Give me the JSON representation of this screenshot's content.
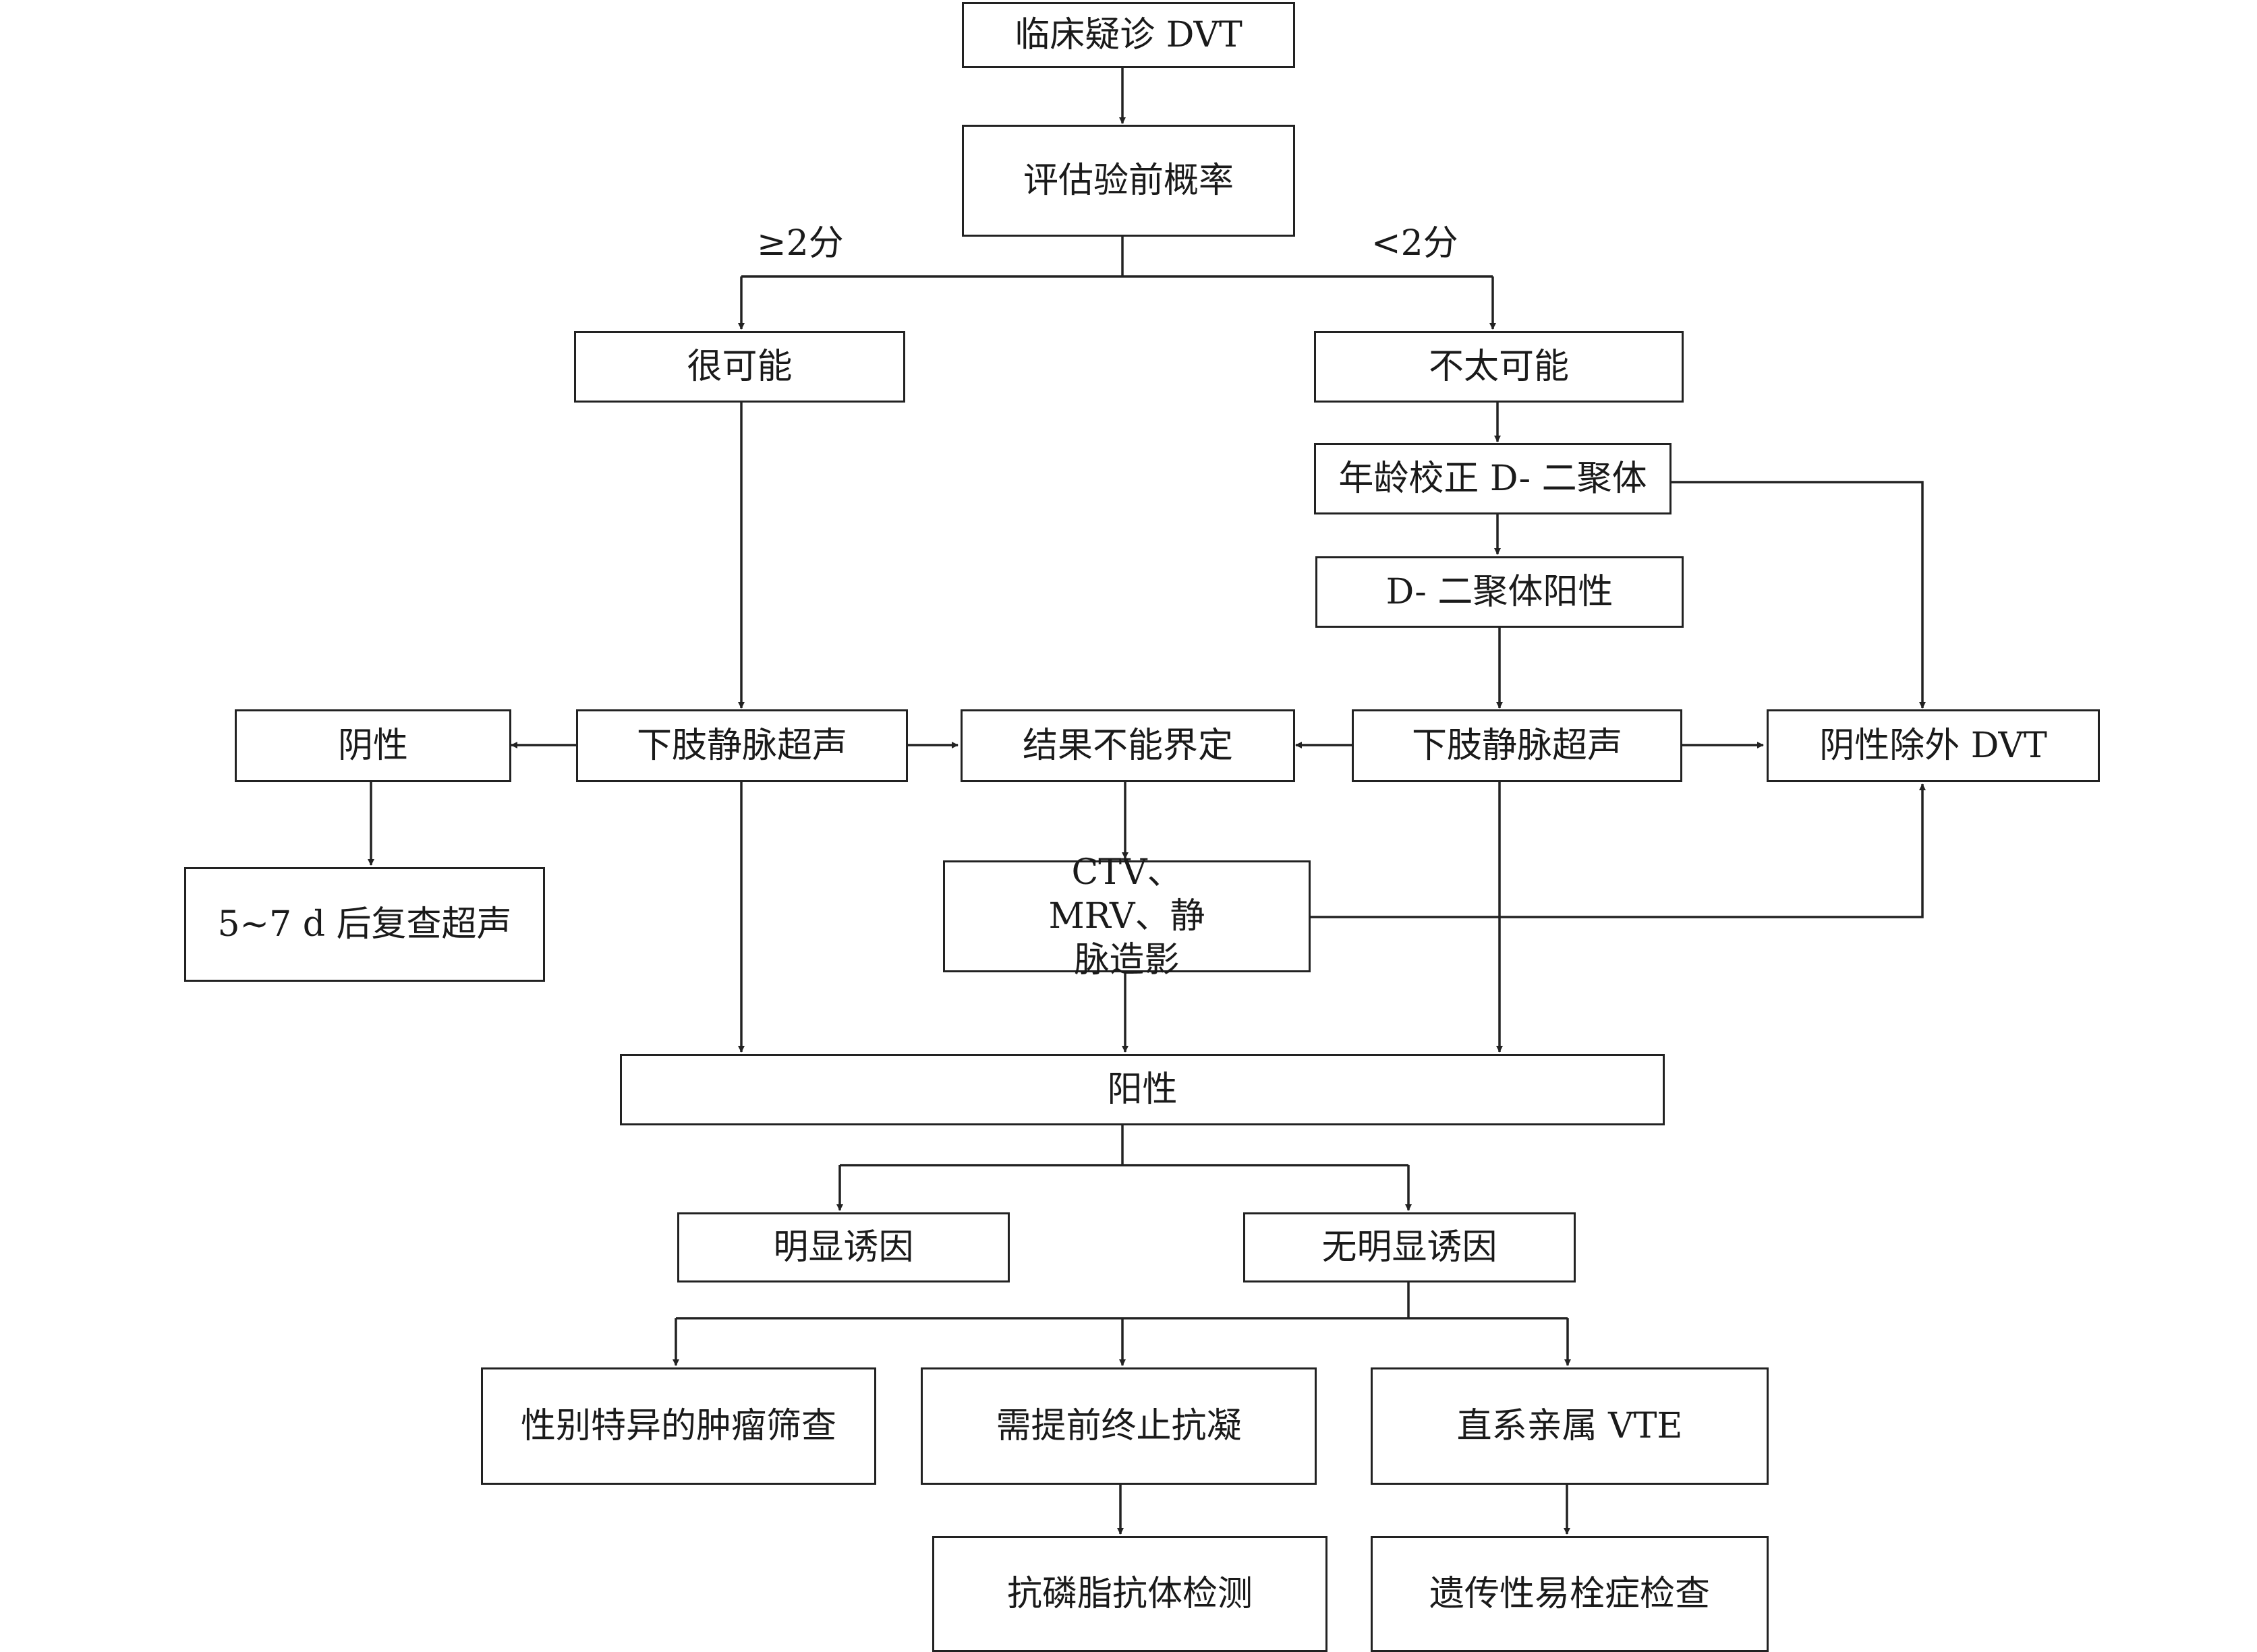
{
  "nodes": {
    "suspect": "临床疑诊 DVT",
    "assess": "评估验前概率",
    "likely": "很可能",
    "unlikely": "不太可能",
    "ddimer": "年龄校正 D- 二聚体",
    "ddimer_pos": "D- 二聚体阳性",
    "us_left": "下肢静脉超声",
    "negative": "阴性",
    "recheck": "5~7 d 后复查超声",
    "indeterminate": "结果不能界定",
    "us_right": "下肢静脉超声",
    "exclude": "阴性除外 DVT",
    "ctv": "CTV、MRV、静脉造影",
    "positive": "阳性",
    "obvious": "明显诱因",
    "no_obvious": "无明显诱因",
    "tumor": "性别特异的肿瘤筛查",
    "stop_ac": "需提前终止抗凝",
    "relative": "直系亲属 VTE",
    "antibody": "抗磷脂抗体检测",
    "thrombophilia": "遗传性易栓症检查"
  },
  "edge_labels": {
    "high": "≥2分",
    "low": "<2分"
  }
}
